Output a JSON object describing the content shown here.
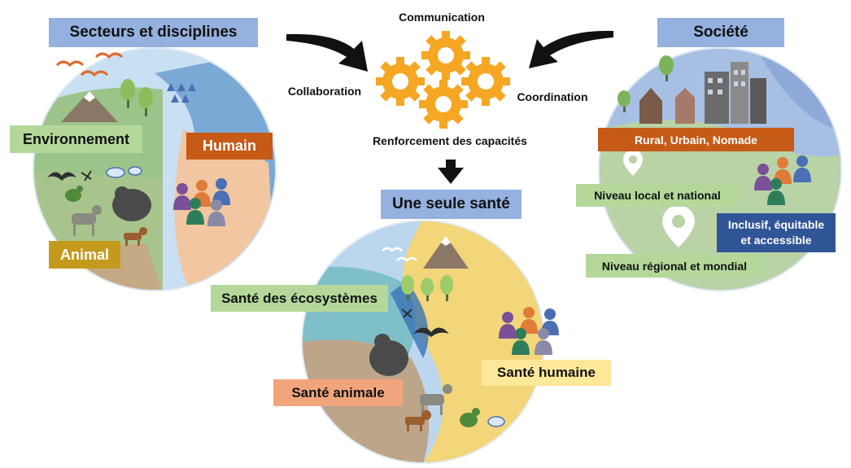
{
  "colors": {
    "accent_blue": "#94b1df",
    "green_label": "#b3d89a",
    "orange_label": "#c65a17",
    "gold_label": "#c49a1c",
    "salmon_label": "#f0a57c",
    "yellow_label": "#fde89a",
    "navy_label": "#2f5597",
    "gear": "#f5a623"
  },
  "center": {
    "communication": "Communication",
    "collaboration": "Collaboration",
    "coordination": "Coordination",
    "capacity": "Renforcement des capacités",
    "title": "Une seule santé"
  },
  "left_circle": {
    "title": "Secteurs et disciplines",
    "environment": "Environnement",
    "human": "Humain",
    "animal": "Animal"
  },
  "right_circle": {
    "title": "Société",
    "rural": "Rural, Urbain, Nomade",
    "local": "Niveau local et national",
    "inclusive_line1": "Inclusif, équitable",
    "inclusive_line2": "et accessible",
    "regional": "Niveau régional et mondial"
  },
  "bottom_circle": {
    "ecosystems": "Santé des écosystèmes",
    "animal_health": "Santé animale",
    "human_health": "Santé humaine"
  },
  "icons": [
    "gear-icon",
    "arrow-icon",
    "mountain-icon",
    "tree-icon",
    "bird-icon",
    "bat-icon",
    "fish-icon",
    "gorilla-icon",
    "goat-icon",
    "dog-icon",
    "hen-icon",
    "mosquito-icon",
    "people-icon",
    "house-icon",
    "building-icon",
    "location-pin-icon"
  ]
}
